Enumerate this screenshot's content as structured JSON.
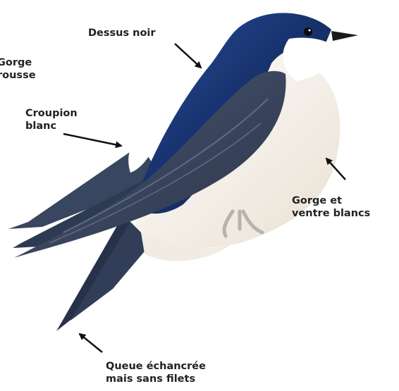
{
  "labels": {
    "dessus": "Dessus noir",
    "gorge_rousse": "Gorge\nrousse",
    "croupion": "Croupion\nblanc",
    "gorge_ventre": "Gorge et\nventre blancs",
    "queue": "Queue échancrée\nmais sans filets"
  },
  "colors": {
    "text": "#222222",
    "back": "#17306b",
    "wing": "#3e4a63",
    "belly": "#f4efe6",
    "arrow": "#111111"
  }
}
